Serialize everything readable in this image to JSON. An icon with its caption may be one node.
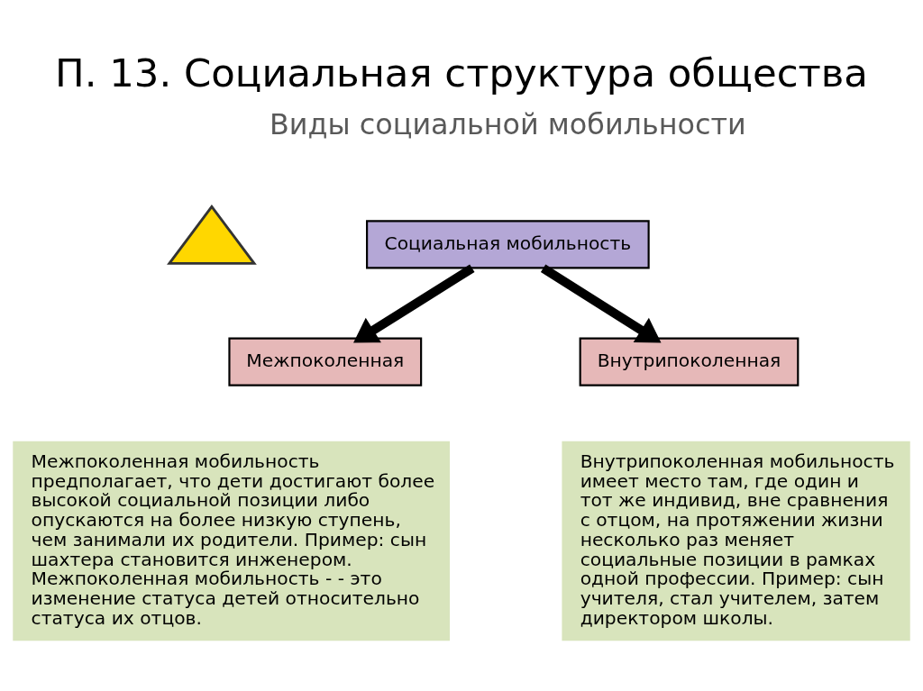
{
  "diagram": {
    "title": "П. 13. Социальная структура общества",
    "nodes": [
      {
        "text": [],
        "shape": "triangle"
      },
      {
        "text": [
          "Социальная мобильность"
        ]
      },
      {
        "text": [
          "Межпоколенная"
        ]
      },
      {
        "text": [
          "Внутрипоколенная"
        ]
      },
      {
        "text": [
          "Межпоколенная мобильность предполагает, что дети достигают более высокой социальной позиции либо опускаются на более низкую ступень, чем занимали их родители. Пример: сын шахтера становится инженером. Межпоколенная мобильность - - это изменение статуса детей относительно статуса их отцов."
        ]
      },
      {
        "text": [
          "Внутрипоколенная мобильность имеет место там, где один и тот же индивид, вне сравнения с отцом, на протяжении жизни несколько раз меняет социальные позиции в рамках одной профессии. Пример: сын учителя, стал учителем, затем директором школы."
        ]
      }
    ],
    "edges": [
      {
        "from": 1,
        "to": 2,
        "arrow": "to"
      },
      {
        "from": 1,
        "to": 3,
        "arrow": "to"
      }
    ],
    "labels": [
      "Виды социальной мобильности"
    ]
  }
}
